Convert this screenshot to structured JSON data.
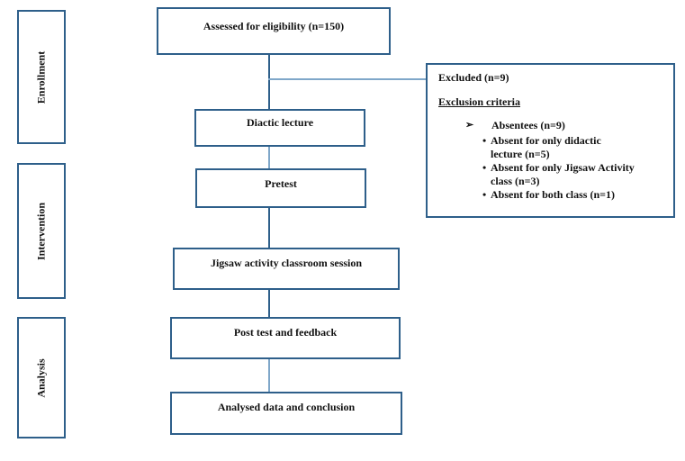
{
  "phases": {
    "enrollment": "Enrollment",
    "intervention": "Intervention",
    "analysis": "Analysis"
  },
  "boxes": {
    "assessed": "Assessed for eligibility (n=150)",
    "didactic": "Diactic lecture",
    "pretest": "Pretest",
    "jigsaw": "Jigsaw activity classroom session",
    "posttest": "Post test and feedback",
    "analysed": "Analysed data and conclusion"
  },
  "excluded": {
    "title": "Excluded (n=9)",
    "criteria_heading": "Exclusion criteria",
    "arrow_glyph": "➢",
    "absentees": "Absentees (n=9)",
    "bullet_glyph": "•",
    "items": [
      {
        "line1": "Absent for only didactic",
        "line2": "lecture (n=5)"
      },
      {
        "line1": "Absent for only Jigsaw Activity",
        "line2": "class (n=3)"
      },
      {
        "line1": "Absent for both class (n=1)",
        "line2": ""
      }
    ]
  },
  "colors": {
    "border": "#2e5f8a",
    "connector_light": "#7fa7c9"
  }
}
